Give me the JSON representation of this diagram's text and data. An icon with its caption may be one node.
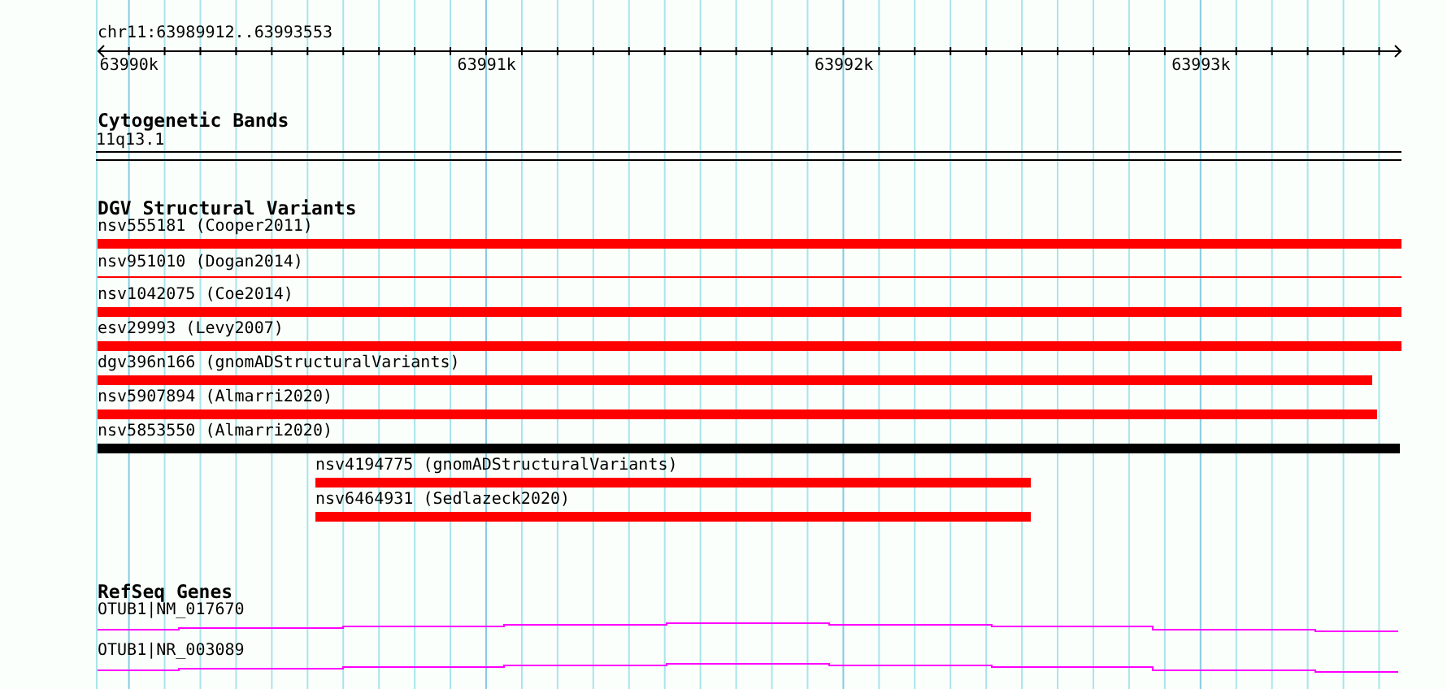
{
  "diagram": {
    "nodes": [
      {
        "text": [
          "11q13.1"
        ]
      },
      {
        "text": [
          "nsv555181 (Cooper2011)"
        ]
      },
      {
        "text": [
          "nsv951010 (Dogan2014)"
        ]
      },
      {
        "text": [
          "nsv1042075 (Coe2014)"
        ]
      },
      {
        "text": [
          "esv29993 (Levy2007)"
        ]
      },
      {
        "text": [
          "dgv396n166 (gnomADStructuralVariants)"
        ]
      },
      {
        "text": [
          "nsv5907894 (Almarri2020)"
        ]
      },
      {
        "text": [
          "nsv5853550 (Almarri2020)"
        ]
      },
      {
        "text": [
          "nsv4194775 (gnomADStructuralVariants)"
        ]
      },
      {
        "text": [
          "nsv6464931 (Sedlazeck2020)"
        ]
      },
      {
        "text": [
          "OTUB1|NM_017670"
        ]
      },
      {
        "text": [
          "OTUB1|NR_003089"
        ]
      }
    ],
    "labels": [
      "chr11:63989912..63993553",
      "63990k",
      "63991k",
      "63992k",
      "63993k",
      "Cytogenetic Bands",
      "DGV Structural Variants",
      "RefSeq Genes"
    ]
  }
}
